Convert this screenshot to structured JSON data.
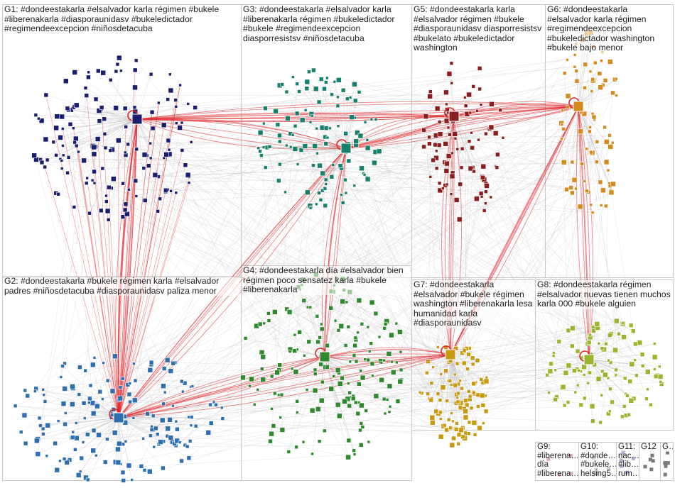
{
  "groups": [
    {
      "id": "G1",
      "label": "G1: #dondeestakarla #elsalvador karla régimen #bukele #liberenakarla #diasporaunidasv #bukeledictador #regimendeexcepcion #niñosdetacuba",
      "color": "#1b1d6e"
    },
    {
      "id": "G2",
      "label": "G2: #dondeestakarla #bukele régimen karla #elsalvador padres #niñosdetacuba #diasporaunidasv paliza menor",
      "color": "#2f6fb0"
    },
    {
      "id": "G3",
      "label": "G3: #dondeestakarla #elsalvador karla #liberenakarla régimen #bukeledictador #bukele #regimendeexcepcion diasporresistsv #niñosdetacuba",
      "color": "#17806d"
    },
    {
      "id": "G4",
      "label": "G4: #dondeestakarla día #elsalvador bien régimen poco sensatez karla #bukele #liberenakarla",
      "color": "#2f8a2f"
    },
    {
      "id": "G5",
      "label": "G5: #dondeestakarla karla #elsalvador régimen #bukele #diasporaunidasv diasporresistsv #bukelato #bukeledictador washington",
      "color": "#8a1e1e"
    },
    {
      "id": "G6",
      "label": "G6: #dondeestakarla #elsalvador karla régimen #regimendeexcepcion #bukeledictador washington #bukele bajo menor",
      "color": "#d48a1c"
    },
    {
      "id": "G7",
      "label": "G7: #dondeestakarla #elsalvador #bukele régimen washington #liberenakarla lesa humanidad karla #diasporaunidasv",
      "color": "#c79a12"
    },
    {
      "id": "G8",
      "label": "G8: #dondeestakarla régimen #elsalvador nuevas tienen muchos karla 000 #bukele alguien",
      "color": "#9bb530"
    },
    {
      "id": "G9",
      "label": "G9: #liberena… día #liberena…",
      "color": "#b84a7a"
    },
    {
      "id": "G10",
      "label": "G10: #donde… #bukele… helsing5…",
      "color": "#8a8a8a"
    },
    {
      "id": "G11",
      "label": "G11: nac… #lib… rum…",
      "color": "#6a4a9a"
    },
    {
      "id": "G12",
      "label": "G12",
      "color": "#7a7a7a"
    },
    {
      "id": "G13",
      "label": "G…",
      "color": "#7a7a7a"
    }
  ],
  "colors": {
    "edge_gray": "#b4b4b4",
    "edge_red": "#e0282d",
    "panel_border": "#c8c8c8"
  }
}
